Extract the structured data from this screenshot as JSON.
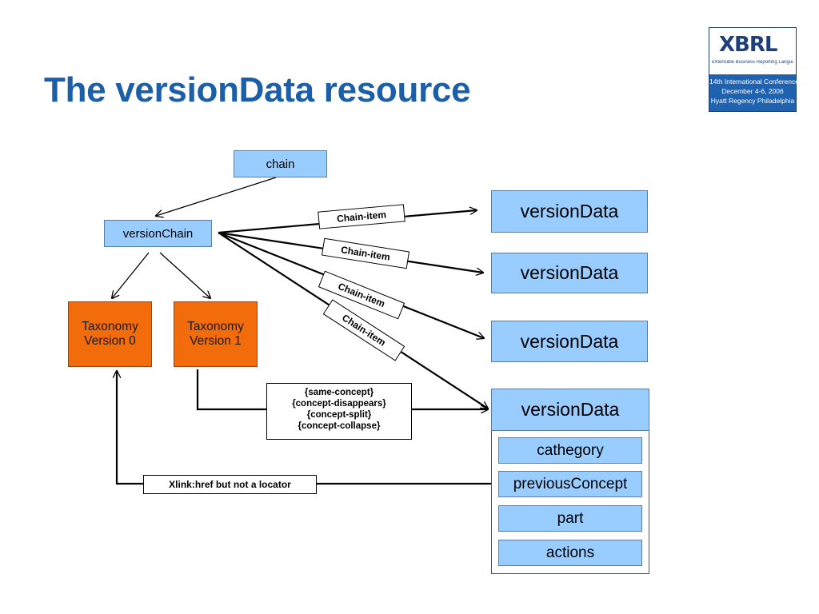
{
  "slide": {
    "title": "The versionData resource"
  },
  "logo": {
    "mark": "XBRL",
    "tagline": "eXtensible Business Reporting Language",
    "conference_lines": [
      "14th International Conference",
      "December 4-6, 2006",
      "Hyatt Regency Philadelphia"
    ]
  },
  "diagram": {
    "chain": "chain",
    "version_chain": "versionChain",
    "taxonomy_v0": [
      "Taxonomy",
      "Version 0"
    ],
    "taxonomy_v1": [
      "Taxonomy",
      "Version 1"
    ],
    "version_data": [
      "versionData",
      "versionData",
      "versionData",
      "versionData"
    ],
    "chain_item_label": "Chain-item",
    "conditions": [
      "{same-concept}",
      "{concept-disappears}",
      "{concept-split}",
      "{concept-collapse}"
    ],
    "xlink_label": "Xlink:href but not a locator",
    "children": [
      "cathegory",
      "previousConcept",
      "part",
      "actions"
    ]
  },
  "colors": {
    "title": "#1a5fa8",
    "node_blue": "#99ccff",
    "node_orange": "#f26c0c"
  }
}
